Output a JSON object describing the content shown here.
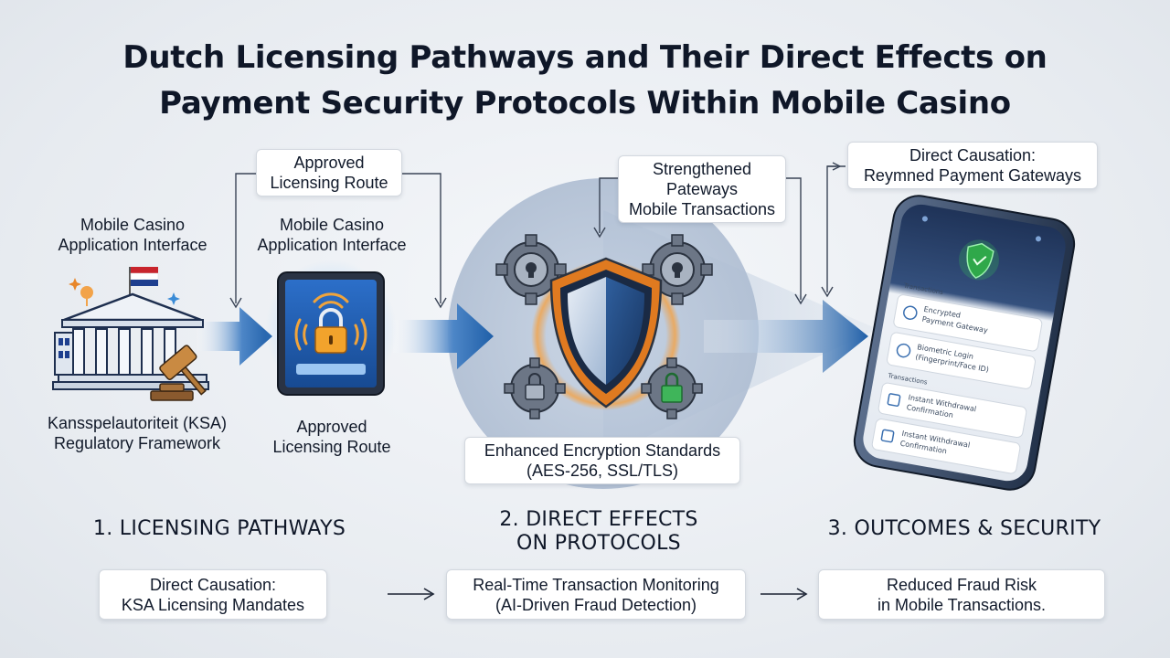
{
  "title": {
    "line1": "Dutch Licensing Pathways and Their Direct Effects on",
    "line2": "Payment Security Protocols Within Mobile Casino"
  },
  "left": {
    "top_label_1": "Mobile Casino",
    "top_label_2": "Application Interface",
    "bottom_label_1": "Kansspelautoriteit (KSA)",
    "bottom_label_2": "Regulatory Framework"
  },
  "tablet": {
    "top_label_1": "Mobile Casino",
    "top_label_2": "Application Interface",
    "bottom_label_1": "Approved",
    "bottom_label_2": "Licensing Route"
  },
  "boxes": {
    "approved_route_1": "Approved",
    "approved_route_2": "Licensing Route",
    "strengthened_1": "Strengthened",
    "strengthened_2": "Pateways",
    "strengthened_3": "Mobile Transactions",
    "direct_causation_1": "Direct Causation:",
    "direct_causation_2": "Reymned Payment Gateways",
    "encryption_1": "Enhanced Encryption Standards",
    "encryption_2": "(AES-256, SSL/TLS)"
  },
  "phone": {
    "section1": "Transactions",
    "item1_1": "Encrypted",
    "item1_2": "Payment Gateway",
    "item2_1": "Biometric Login",
    "item2_2": "(Fingerprint/Face ID)",
    "section2": "Transactions",
    "item3_1": "Instant Withdrawal",
    "item3_2": "Confirmation",
    "item4_1": "Instant Withdrawal",
    "item4_2": "Confirmation"
  },
  "sections": {
    "s1": "1. LICENSING PATHWAYS",
    "s2_1": "2. DIRECT EFFECTS",
    "s2_2": "ON PROTOCOLS",
    "s3": "3. OUTCOMES & SECURITY"
  },
  "bottom_boxes": {
    "b1_1": "Direct Causation:",
    "b1_2": "KSA Licensing Mandates",
    "b2_1": "Real-Time Transaction Monitoring",
    "b2_2": "(AI-Driven Fraud Detection)",
    "b3_1": "Reduced Fraud Risk",
    "b3_2": "in Mobile Transactions."
  },
  "colors": {
    "accent_blue": "#1f5fa8",
    "orange": "#e8862a",
    "green": "#2fa84a",
    "flag_red": "#c8242c",
    "flag_blue": "#1e3f8f"
  },
  "icons": [
    "government-building-icon",
    "gavel-icon",
    "netherlands-flag-icon",
    "padlock-icon",
    "wifi-icon",
    "shield-icon",
    "gear-icon",
    "smartphone-icon",
    "arrow-right-icon"
  ]
}
